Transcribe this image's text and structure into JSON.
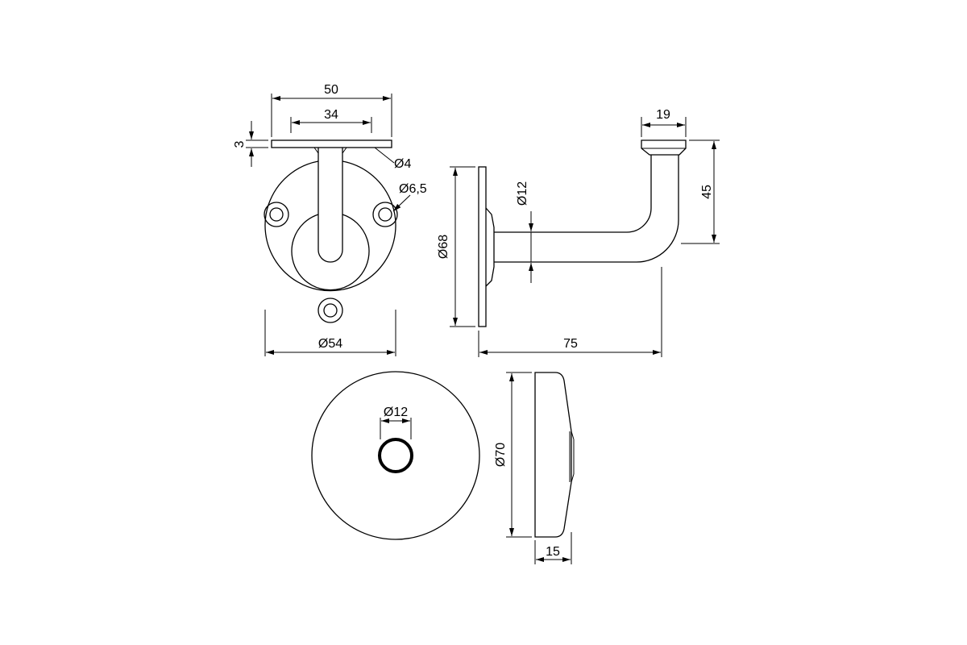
{
  "colors": {
    "line": "#000000",
    "background": "#ffffff"
  },
  "dimensions": {
    "plate_width": "50",
    "hole_spacing": "34",
    "plate_thickness": "3",
    "small_hole_dia": "Ø4",
    "mount_hole_dia": "Ø6,5",
    "base_dia": "Ø54",
    "arm_height": "45",
    "saddle_width": "19",
    "tube_dia": "Ø12",
    "rosette_dia": "Ø68",
    "projection": "75",
    "cover_hole_dia": "Ø12",
    "cover_dia": "Ø70",
    "cover_depth": "15"
  }
}
